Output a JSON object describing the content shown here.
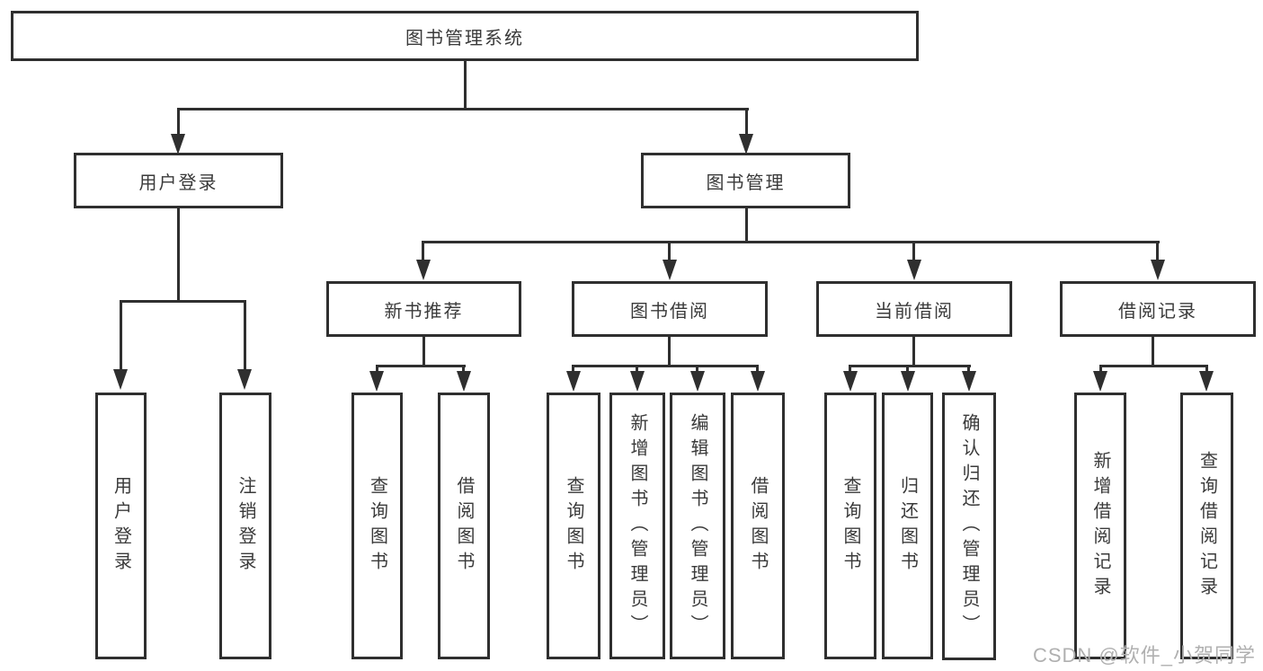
{
  "diagram": {
    "root": {
      "label": "图书管理系统"
    },
    "branches": [
      {
        "label": "用户登录",
        "children": [
          {
            "label": "用户登录"
          },
          {
            "label": "注销登录"
          }
        ]
      },
      {
        "label": "图书管理",
        "children": [
          {
            "label": "新书推荐",
            "children": [
              {
                "label": "查询图书"
              },
              {
                "label": "借阅图书"
              }
            ]
          },
          {
            "label": "图书借阅",
            "children": [
              {
                "label": "查询图书"
              },
              {
                "label": "新增图书（管理员）"
              },
              {
                "label": "编辑图书（管理员）"
              },
              {
                "label": "借阅图书"
              }
            ]
          },
          {
            "label": "当前借阅",
            "children": [
              {
                "label": "查询图书"
              },
              {
                "label": "归还图书"
              },
              {
                "label": "确认归还（管理员）"
              }
            ]
          },
          {
            "label": "借阅记录",
            "children": [
              {
                "label": "新增借阅记录"
              },
              {
                "label": "查询借阅记录"
              }
            ]
          }
        ]
      }
    ],
    "watermark": "CSDN @软件_小贺同学",
    "colors": {
      "line": "#2f2f2f",
      "text": "#3a3a3a",
      "watermark": "#b0b0b0",
      "background": "#ffffff"
    }
  }
}
